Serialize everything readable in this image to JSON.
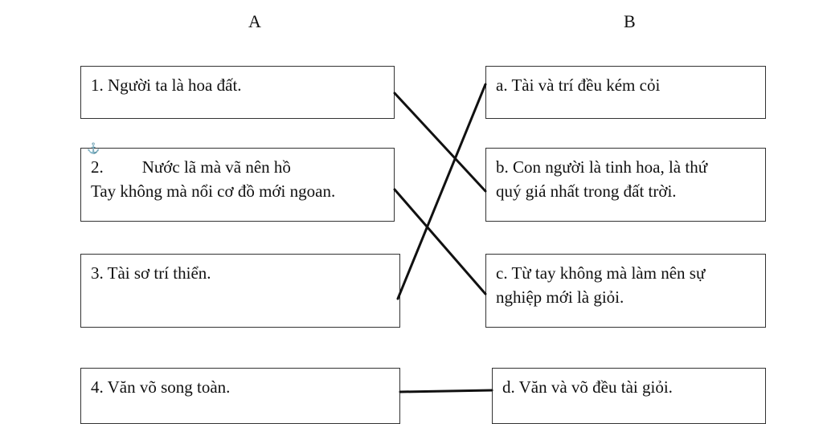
{
  "headers": {
    "a": "A",
    "b": "B"
  },
  "column_a": [
    {
      "lines": [
        "1. Người ta là hoa đất."
      ]
    },
    {
      "number": "2.",
      "first": "Nước lã mà vã nên hồ",
      "second": "Tay không mà nổi cơ đồ mới ngoan."
    },
    {
      "lines": [
        "3. Tài sơ trí thiển."
      ]
    },
    {
      "lines": [
        "4. Văn võ song toàn."
      ]
    }
  ],
  "column_b": [
    {
      "lines": [
        "a. Tài và trí đều kém cỏi"
      ]
    },
    {
      "lines": [
        "b. Con người là tinh hoa, là thứ",
        "quý giá nhất trong đất trời."
      ]
    },
    {
      "lines": [
        "c. Từ tay không mà làm nên sự",
        "nghiệp mới là giỏi."
      ]
    },
    {
      "lines": [
        "d. Văn và võ đều tài giỏi."
      ]
    }
  ],
  "matches": [
    {
      "from": "1",
      "to": "b"
    },
    {
      "from": "2",
      "to": "c"
    },
    {
      "from": "3",
      "to": "a"
    },
    {
      "from": "4",
      "to": "d"
    }
  ],
  "icons": {
    "anchor": "anchor-icon",
    "anchor_color": "#3a6fb5"
  }
}
